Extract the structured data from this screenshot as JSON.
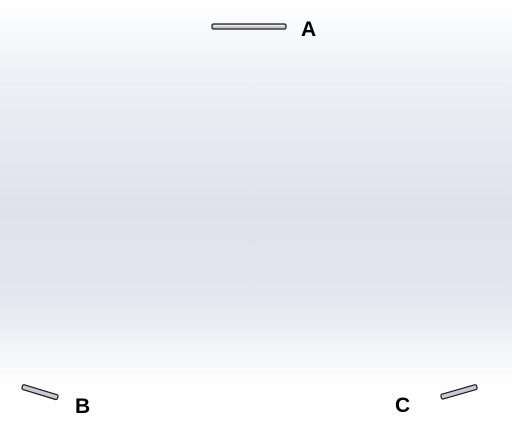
{
  "viewport": {
    "background_top": "#ffffff",
    "background_mid": "#dfe2ec",
    "background_bottom": "#ffffff"
  },
  "parts": [
    {
      "id": "A",
      "label": "A",
      "color": "#c8c9d4",
      "edge_color": "#1a1a1a"
    },
    {
      "id": "B",
      "label": "B",
      "color": "#c8c9d4",
      "edge_color": "#1a1a1a"
    },
    {
      "id": "C",
      "label": "C",
      "color": "#c8c9d4",
      "edge_color": "#1a1a1a"
    }
  ]
}
